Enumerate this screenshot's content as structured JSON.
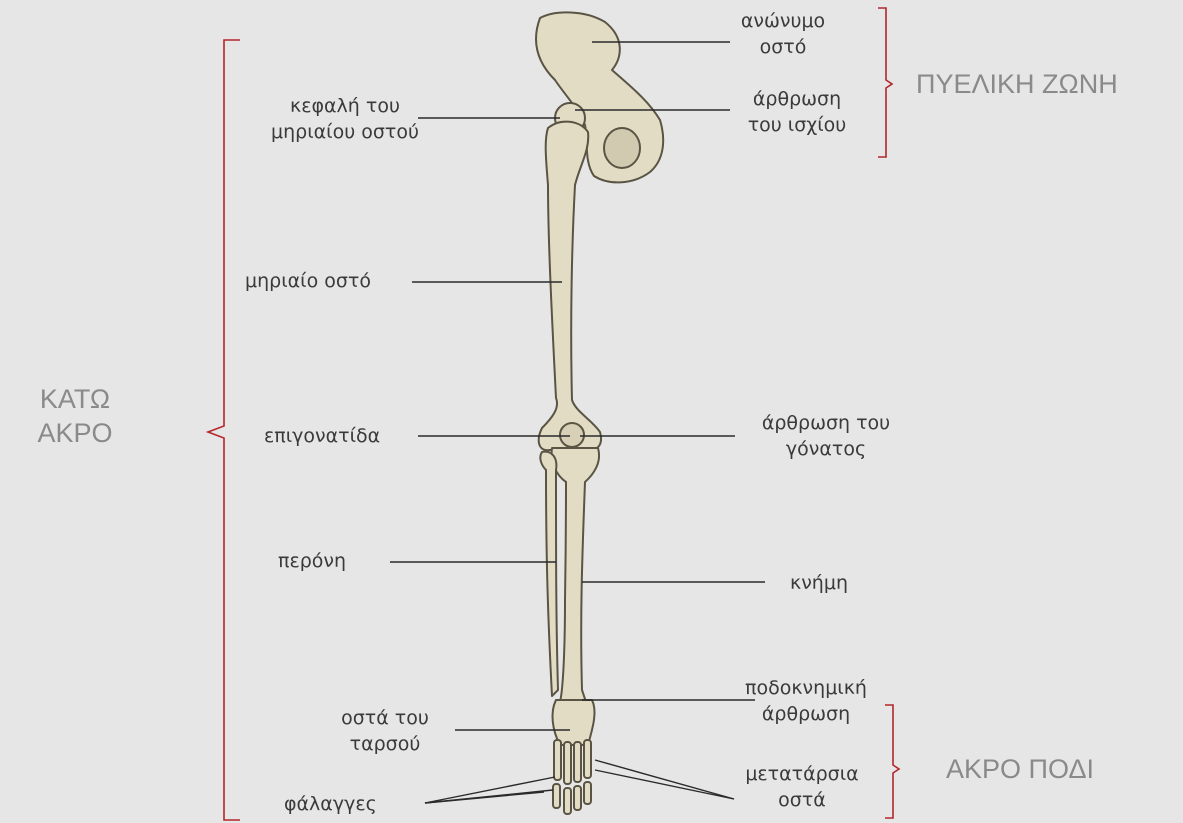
{
  "labels": {
    "anonymous_bone": "ανώνυμο\nοστό",
    "hip_joint": "άρθρωση\nτου ισχίου",
    "femur_head": "κεφαλή του\nμηριαίου οστού",
    "femur": "μηριαίο οστό",
    "patella": "επιγονατίδα",
    "knee_joint": "άρθρωση του\nγόνατος",
    "fibula": "περόνη",
    "tibia": "κνήμη",
    "ankle_joint": "ποδοκνημική\nάρθρωση",
    "tarsal_bones": "οστά του\nταρσού",
    "metatarsals": "μετατάρσια\nοστά",
    "phalanges": "φάλαγγες"
  },
  "groups": {
    "pelvic_girdle": "ΠΥΕΛΙΚΗ ΖΩΝΗ",
    "lower_limb": "ΚΑΤΩ\nΑΚΡΟ",
    "foot": "ΑΚΡΟ ΠΟΔΙ"
  },
  "colors": {
    "background": "#e6e6e6",
    "bone": "#e3dcc4",
    "bone_outline": "#5a5444",
    "bracket": "#b3262c",
    "leader": "#2a2a2a",
    "group_text": "#8a8a8a"
  }
}
